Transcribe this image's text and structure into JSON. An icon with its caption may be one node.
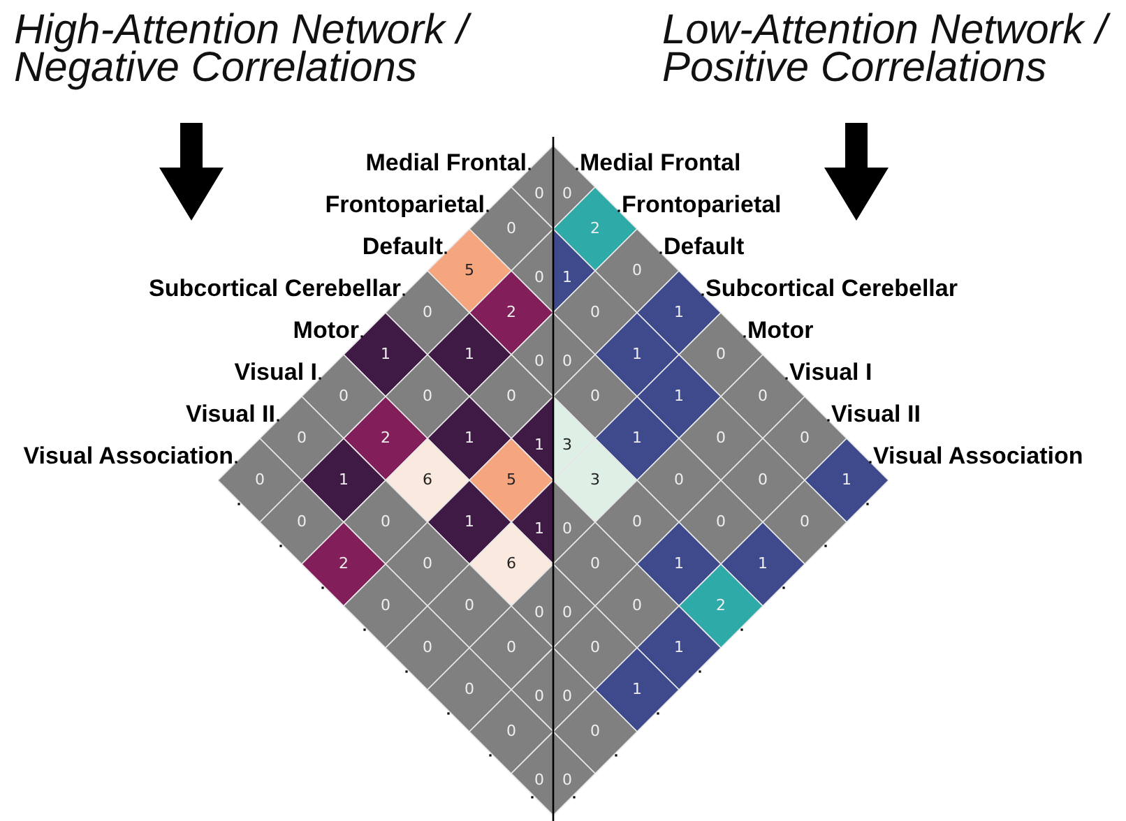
{
  "diagram": {
    "nodes": [
      {
        "text": [
          "0"
        ]
      },
      {
        "text": [
          "0"
        ]
      },
      {
        "text": [
          "0"
        ]
      },
      {
        "text": [
          "2"
        ]
      },
      {
        "text": [
          "5"
        ]
      },
      {
        "text": [
          "0"
        ]
      },
      {
        "text": [
          "1"
        ]
      },
      {
        "text": [
          "0"
        ]
      },
      {
        "text": [
          "0"
        ]
      },
      {
        "text": [
          "2"
        ]
      },
      {
        "text": [
          "0"
        ]
      },
      {
        "text": [
          "1"
        ]
      },
      {
        "text": [
          "1"
        ]
      },
      {
        "text": [
          "1"
        ]
      },
      {
        "text": [
          "0"
        ]
      },
      {
        "text": [
          "0"
        ]
      },
      {
        "text": [
          "1"
        ]
      },
      {
        "text": [
          "0"
        ]
      },
      {
        "text": [
          "0"
        ]
      },
      {
        "text": [
          "0"
        ]
      },
      {
        "text": [
          "0"
        ]
      },
      {
        "text": [
          "0"
        ]
      },
      {
        "text": [
          "1"
        ]
      },
      {
        "text": [
          "0"
        ]
      },
      {
        "text": [
          "0"
        ]
      },
      {
        "text": [
          "2"
        ]
      },
      {
        "text": [
          "1"
        ]
      },
      {
        "text": [
          "1"
        ]
      },
      {
        "text": [
          "3"
        ]
      },
      {
        "text": [
          "1"
        ]
      },
      {
        "text": [
          "0"
        ]
      },
      {
        "text": [
          "0"
        ]
      },
      {
        "text": [
          "0"
        ]
      },
      {
        "text": [
          "1"
        ]
      },
      {
        "text": [
          "6"
        ]
      },
      {
        "text": [
          "5"
        ]
      },
      {
        "text": [
          "3"
        ]
      },
      {
        "text": [
          "0"
        ]
      },
      {
        "text": [
          "0"
        ]
      },
      {
        "text": [
          "1"
        ]
      },
      {
        "text": [
          "0"
        ]
      },
      {
        "text": [
          "0"
        ]
      },
      {
        "text": [
          "1"
        ]
      },
      {
        "text": [
          "1"
        ]
      },
      {
        "text": [
          "0"
        ]
      },
      {
        "text": [
          "0"
        ]
      },
      {
        "text": [
          "0"
        ]
      },
      {
        "text": [
          "0"
        ]
      },
      {
        "text": [
          "2"
        ]
      },
      {
        "text": [
          "0"
        ]
      },
      {
        "text": [
          "6"
        ]
      },
      {
        "text": [
          "0"
        ]
      },
      {
        "text": [
          "1"
        ]
      },
      {
        "text": [
          "1"
        ]
      },
      {
        "text": [
          "0"
        ]
      },
      {
        "text": [
          "0"
        ]
      },
      {
        "text": [
          "0"
        ]
      },
      {
        "text": [
          "0"
        ]
      },
      {
        "text": [
          "0"
        ]
      },
      {
        "text": [
          "2"
        ]
      },
      {
        "text": [
          "0"
        ]
      },
      {
        "text": [
          "0"
        ]
      },
      {
        "text": [
          "0"
        ]
      },
      {
        "text": [
          "1"
        ]
      },
      {
        "text": [
          "0"
        ]
      },
      {
        "text": [
          "0"
        ]
      },
      {
        "text": [
          "0"
        ]
      },
      {
        "text": [
          "1"
        ]
      },
      {
        "text": [
          "0"
        ]
      },
      {
        "text": [
          "0"
        ]
      },
      {
        "text": [
          "0"
        ]
      },
      {
        "text": [
          "0"
        ]
      }
    ],
    "labels": [
      "High-Attention Network / Negative Correlations",
      "Low-Attention Network / Positive Correlations",
      "Medial Frontal",
      "Medial Frontal",
      "Frontoparietal",
      "Frontoparietal",
      "Default",
      "Default",
      "Subcortical Cerebellar",
      "Subcortical Cerebellar",
      "Motor",
      "Motor",
      "Visual I",
      "Visual I",
      "Visual II",
      "Visual II",
      "Visual Association",
      "Visual Association"
    ]
  }
}
